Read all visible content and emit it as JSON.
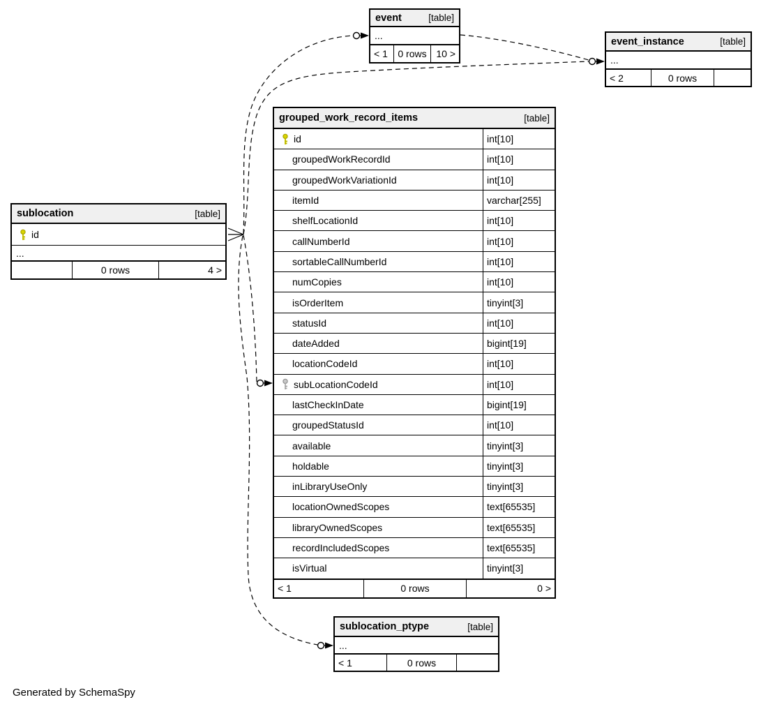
{
  "footer_note": "Generated by SchemaSpy",
  "colors": {
    "header_bg": "#f0f0f0",
    "border": "#000000",
    "pk_key_fill": "#d9d400",
    "pk_key_stroke": "#a8a400",
    "fk_key_fill": "#c9c9c9",
    "fk_key_stroke": "#8f8f8f"
  },
  "tables": [
    {
      "id": "event",
      "title": "event",
      "tag": "[table]",
      "ellipsis": "...",
      "columns": [],
      "footer": {
        "left": "< 1",
        "center": "0 rows",
        "right": "10 >"
      }
    },
    {
      "id": "event_instance",
      "title": "event_instance",
      "tag": "[table]",
      "ellipsis": "...",
      "columns": [],
      "footer": {
        "left": "< 2",
        "center": "0 rows",
        "right": ""
      }
    },
    {
      "id": "sublocation",
      "title": "sublocation",
      "tag": "[table]",
      "ellipsis": "...",
      "columns": [
        {
          "name": "id",
          "type": "",
          "key": "primary"
        }
      ],
      "footer": {
        "left": "",
        "center": "0 rows",
        "right": "4 >"
      }
    },
    {
      "id": "grouped_work_record_items",
      "title": "grouped_work_record_items",
      "tag": "[table]",
      "columns": [
        {
          "name": "id",
          "type": "int[10]",
          "key": "primary"
        },
        {
          "name": "groupedWorkRecordId",
          "type": "int[10]",
          "key": ""
        },
        {
          "name": "groupedWorkVariationId",
          "type": "int[10]",
          "key": ""
        },
        {
          "name": "itemId",
          "type": "varchar[255]",
          "key": ""
        },
        {
          "name": "shelfLocationId",
          "type": "int[10]",
          "key": ""
        },
        {
          "name": "callNumberId",
          "type": "int[10]",
          "key": ""
        },
        {
          "name": "sortableCallNumberId",
          "type": "int[10]",
          "key": ""
        },
        {
          "name": "numCopies",
          "type": "int[10]",
          "key": ""
        },
        {
          "name": "isOrderItem",
          "type": "tinyint[3]",
          "key": ""
        },
        {
          "name": "statusId",
          "type": "int[10]",
          "key": ""
        },
        {
          "name": "dateAdded",
          "type": "bigint[19]",
          "key": ""
        },
        {
          "name": "locationCodeId",
          "type": "int[10]",
          "key": ""
        },
        {
          "name": "subLocationCodeId",
          "type": "int[10]",
          "key": "foreign"
        },
        {
          "name": "lastCheckInDate",
          "type": "bigint[19]",
          "key": ""
        },
        {
          "name": "groupedStatusId",
          "type": "int[10]",
          "key": ""
        },
        {
          "name": "available",
          "type": "tinyint[3]",
          "key": ""
        },
        {
          "name": "holdable",
          "type": "tinyint[3]",
          "key": ""
        },
        {
          "name": "inLibraryUseOnly",
          "type": "tinyint[3]",
          "key": ""
        },
        {
          "name": "locationOwnedScopes",
          "type": "text[65535]",
          "key": ""
        },
        {
          "name": "libraryOwnedScopes",
          "type": "text[65535]",
          "key": ""
        },
        {
          "name": "recordIncludedScopes",
          "type": "text[65535]",
          "key": ""
        },
        {
          "name": "isVirtual",
          "type": "tinyint[3]",
          "key": ""
        }
      ],
      "footer": {
        "left": "< 1",
        "center": "0 rows",
        "right": "0 >"
      }
    },
    {
      "id": "sublocation_ptype",
      "title": "sublocation_ptype",
      "tag": "[table]",
      "ellipsis": "...",
      "columns": [],
      "footer": {
        "left": "< 1",
        "center": "0 rows",
        "right": ""
      }
    }
  ],
  "relationships": [
    {
      "from": "sublocation.id",
      "to": "event"
    },
    {
      "from": "sublocation.id",
      "to": "event_instance"
    },
    {
      "from": "sublocation.id",
      "to": "grouped_work_record_items.subLocationCodeId"
    },
    {
      "from": "sublocation.id",
      "to": "sublocation_ptype"
    },
    {
      "from": "event",
      "to": "event_instance"
    }
  ]
}
